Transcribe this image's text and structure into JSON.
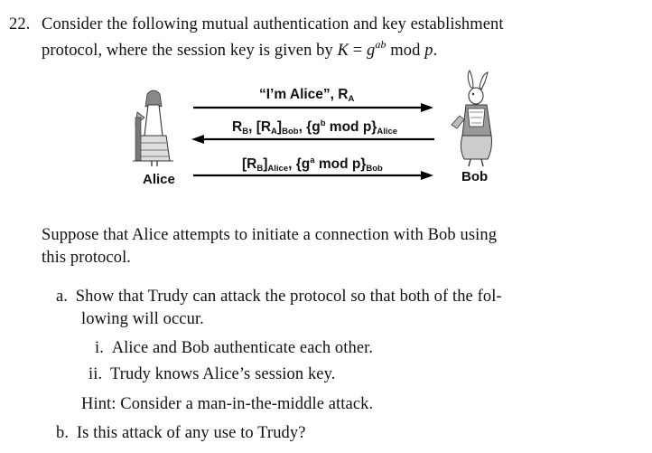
{
  "question": {
    "number": "22.",
    "line1": "Consider the following mutual authentication and key establishment",
    "line2_text": "protocol, where the session key is given by ",
    "key_var": "K",
    "equals": " = ",
    "base": "g",
    "exponent": "ab",
    "mod": " mod ",
    "modulus": "p",
    "period": "."
  },
  "diagram": {
    "alice_label": "Alice",
    "bob_label": "Bob",
    "msg1": {
      "text": "“I’m Alice”, R",
      "sub": "A"
    },
    "msg2": {
      "rb": "R",
      "rb_sub": "B",
      "part2": ", [R",
      "ra_sub": "A",
      "part3": "]",
      "bob_sub": "Bob",
      "part4": ", {g",
      "b_sup": "b",
      "part5": " mod p}",
      "alice_sub": "Alice"
    },
    "msg3": {
      "part1": "[R",
      "rb_sub": "B",
      "part2": "]",
      "alice_sub": "Alice",
      "part3": ", {g",
      "a_sup": "a",
      "part4": " mod p}",
      "bob_sub": "Bob"
    }
  },
  "body": {
    "para_line1": "Suppose that Alice attempts to initiate a connection with Bob using",
    "para_line2": "this protocol.",
    "item_a_label": "a.",
    "item_a_line1": "Show that Trudy can attack the protocol so that both of the fol-",
    "item_a_line2": "lowing will occur.",
    "item_i_label": "i.",
    "item_i": "Alice and Bob authenticate each other.",
    "item_ii_label": "ii.",
    "item_ii": "Trudy knows Alice’s session key.",
    "hint": "Hint: Consider a man-in-the-middle attack.",
    "item_b_label": "b.",
    "item_b": "Is this attack of any use to Trudy?"
  }
}
